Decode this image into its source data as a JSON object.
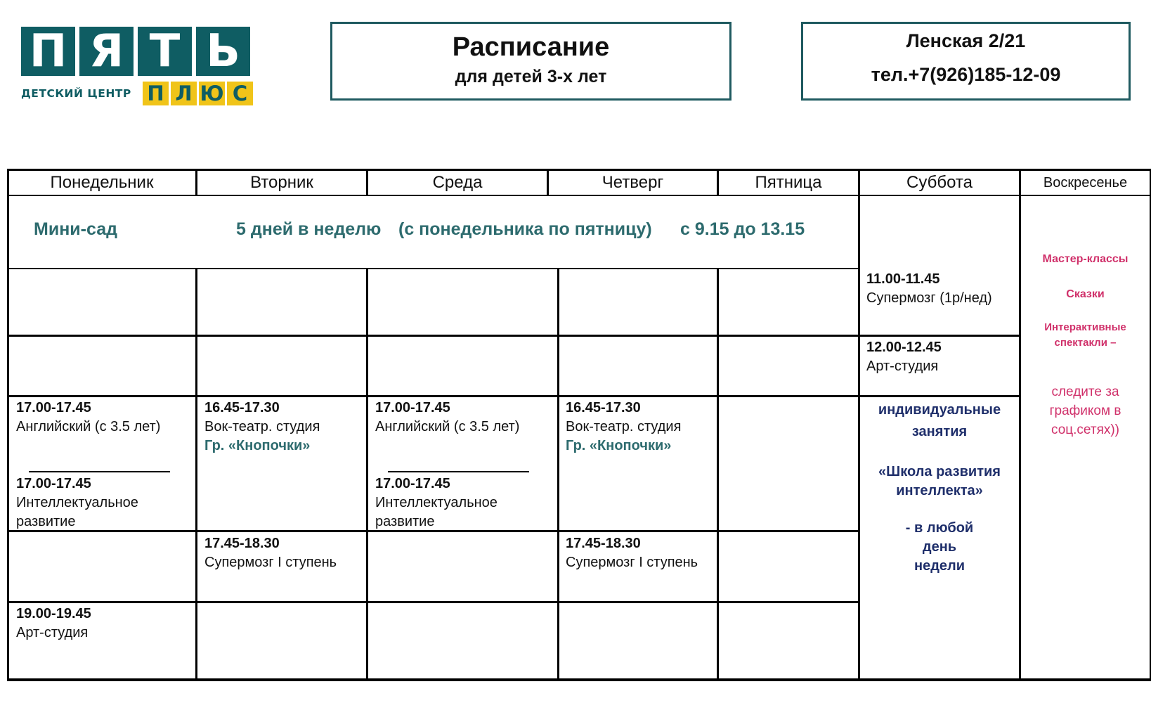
{
  "logo": {
    "letters": [
      "П",
      "Я",
      "Т",
      "Ь"
    ],
    "subtitle": "ДЕТСКИЙ ЦЕНТР",
    "plus": [
      "П",
      "Л",
      "Ю",
      "С"
    ]
  },
  "title": {
    "main": "Расписание",
    "sub": "для  детей 3-х лет"
  },
  "address": {
    "street": "Ленская 2/21",
    "phone": "тел.+7(926)185-12-09"
  },
  "days": [
    "Понедельник",
    "Вторник",
    "Среда",
    "Четверг",
    "Пятница",
    "Суббота",
    "Воскресенье"
  ],
  "minisad": {
    "name": "Мини-сад",
    "days": "5 дней в неделю",
    "range": "(с понедельника по пятницу)",
    "time": "с 9.15 до 13.15"
  },
  "saturday": {
    "s1_time": "11.00-11.45",
    "s1_name": "Супермозг (1р/нед)",
    "s2_time": "12.00-12.45",
    "s2_name": "Арт-студия",
    "ind": [
      "индивидуальные",
      "занятия",
      "«Школа развития",
      "интеллекта»",
      "- в любой",
      "день",
      "недели"
    ]
  },
  "sunday": {
    "items": [
      "Мастер-классы",
      "Сказки",
      "Интерактивные",
      "спектакли –",
      "следите за",
      "графиком в",
      "соц.сетях))"
    ]
  },
  "mon": {
    "a_time": "17.00-17.45",
    "a_name": "Английский (с 3.5 лет)",
    "b_time": "17.00-17.45",
    "b_name1": "Интеллектуальное",
    "b_name2": "развитие",
    "c_time": "19.00-19.45",
    "c_name": "Арт-студия"
  },
  "tue": {
    "a_time": "16.45-17.30",
    "a_name": "Вок-театр. студия",
    "a_group": "Гр. «Кнопочки»",
    "b_time": "17.45-18.30",
    "b_name": "Супермозг I ступень"
  },
  "wed": {
    "a_time": "17.00-17.45",
    "a_name": "Английский (с 3.5 лет)",
    "b_time": "17.00-17.45",
    "b_name1": "Интеллектуальное",
    "b_name2": "развитие"
  },
  "thu": {
    "a_time": "16.45-17.30",
    "a_name": "Вок-театр. студия",
    "a_group": "Гр. «Кнопочки»",
    "b_time": "17.45-18.30",
    "b_name": "Супермозг I ступень"
  }
}
